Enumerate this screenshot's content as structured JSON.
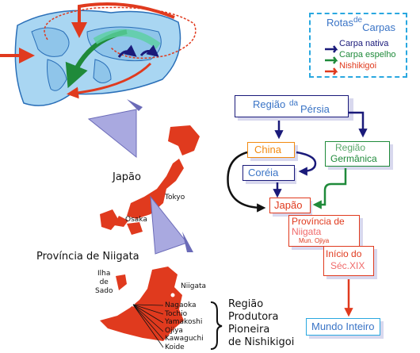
{
  "legend": {
    "title_main": "Rotas",
    "title_de": "de",
    "title_carpas": "Carpas",
    "items": [
      {
        "label": "Carpa nativa",
        "color": "#1a1a7a"
      },
      {
        "label": "Carpa espelho",
        "color": "#1f8a3a"
      },
      {
        "label": "Nishikigoi",
        "color": "#e03a1e"
      }
    ]
  },
  "map": {
    "japao": "Japão",
    "tokyo": "Tokyo",
    "osaka": "Osaka",
    "provincia": "Província de Niigata",
    "ilha": "Ilha\nde\nSado",
    "niigata": "Niigata",
    "towns": [
      "Nagaoka",
      "Tochio",
      "Yamakoshi",
      "Ojiya",
      "Kawaguchi",
      "Koide"
    ],
    "regiao_lines": [
      "Região",
      "Produtora",
      "Pioneira",
      "de Nishikigoi"
    ]
  },
  "flow": {
    "persia_a": "Região",
    "persia_da": "da",
    "persia_b": "Pérsia",
    "china": "China",
    "germanica_1": "Região",
    "germanica_2": "Germânica",
    "coreia": "Coréia",
    "japao": "Japão",
    "provincia_1": "Província de",
    "provincia_2": "Niigata",
    "mun": "Mun. Ojiya",
    "inicio_1": "Início do",
    "inicio_2": "Séc.XIX",
    "mundo": "Mundo Inteiro"
  },
  "colors": {
    "accent_red": "#e03a1e",
    "navy": "#1a1a7a",
    "green": "#1f8a3a",
    "blue_text": "#3a74c6",
    "orange": "#f28a10",
    "pink_text": "#f06a6a",
    "legend_border": "#2aa8e0"
  }
}
